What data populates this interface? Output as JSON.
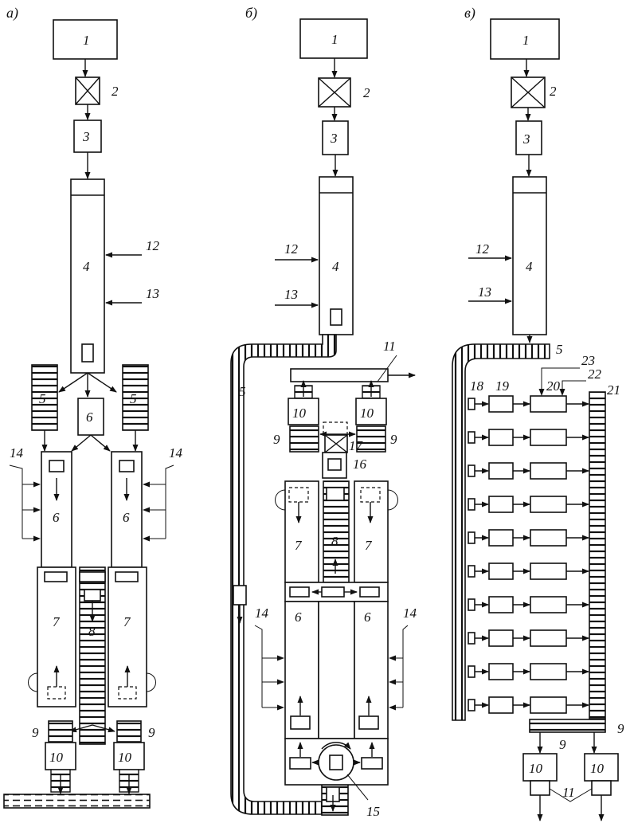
{
  "panels": {
    "a": {
      "title": "а)"
    },
    "b": {
      "title": "б)"
    },
    "c": {
      "title": "в)"
    }
  },
  "labels": {
    "n1": "1",
    "n2": "2",
    "n3": "3",
    "n4": "4",
    "n5": "5",
    "n6": "6",
    "n7": "7",
    "n8": "8",
    "n9": "9",
    "n10": "10",
    "n11": "11",
    "n12": "12",
    "n13": "13",
    "n14": "14",
    "n15": "15",
    "n16": "16",
    "n17": "17",
    "n18": "18",
    "n19": "19",
    "n20": "20",
    "n21": "21",
    "n22": "22",
    "n23": "23"
  }
}
